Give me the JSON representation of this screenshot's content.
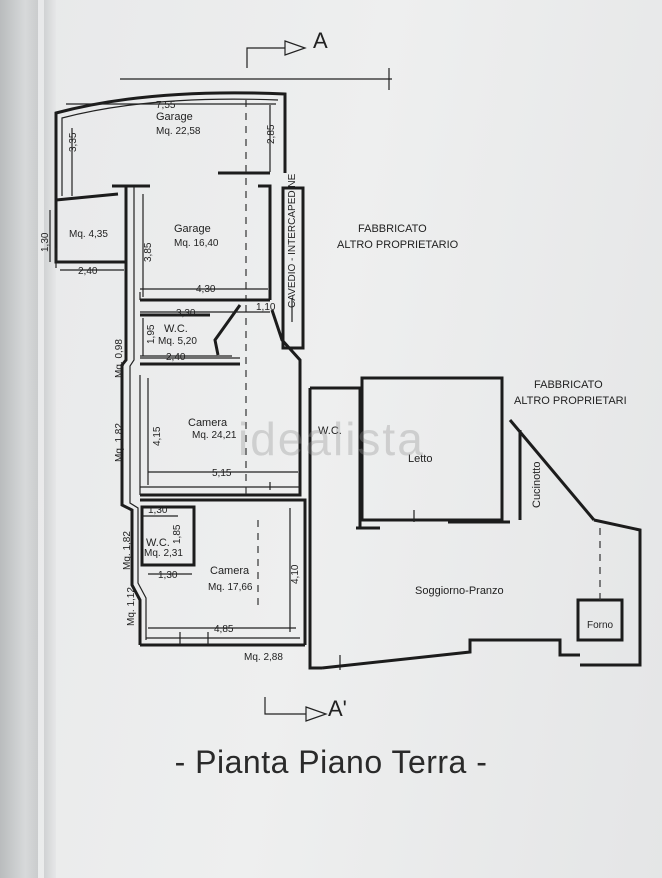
{
  "title": "- Pianta Piano Terra -",
  "watermark": "idealista",
  "section_marks": {
    "top": "A",
    "bottom": "A'"
  },
  "neighbours": {
    "first": {
      "line1": "FABBRICATO",
      "line2": "ALTRO PROPRIETARIO"
    },
    "second": {
      "line1": "FABBRICATO",
      "line2": "ALTRO PROPRIETARI"
    }
  },
  "cavity_label": "CAVEDIO - INTERCAPEDINE",
  "rooms": {
    "garage_upper": {
      "name": "Garage",
      "area": "Mq. 22,58"
    },
    "storage": {
      "area": "Mq. 4,35"
    },
    "garage_lower": {
      "name": "Garage",
      "area": "Mq. 16,40"
    },
    "wc1": {
      "name": "W.C.",
      "area": "Mq. 5,20"
    },
    "camera1": {
      "name": "Camera",
      "area": "Mq. 24,21"
    },
    "wc2": {
      "name": "W.C.",
      "area": "Mq. 2,31"
    },
    "camera2": {
      "name": "Camera",
      "area": "Mq. 17,66"
    },
    "corridor": {
      "area": "Mq. 2,88"
    },
    "wc3": {
      "name": "W.C."
    },
    "letto": {
      "name": "Letto"
    },
    "cucinotto": {
      "name": "Cucinotto"
    },
    "soggiorno": {
      "name": "Soggiorno-Pranzo"
    },
    "forno": {
      "name": "Forno"
    }
  },
  "dimensions": {
    "d755": "7,55",
    "d335": "3,35",
    "d285": "2,85",
    "d130v": "1,30",
    "d240a": "2,40",
    "d385": "3,85",
    "d430": "4,30",
    "d330": "3,30",
    "d110": "1,10",
    "d195": "1,95",
    "d240b": "2,40",
    "d098": "Mq. 0,98",
    "d182a": "Mq. 1,82",
    "d415": "4,15",
    "d515": "5,15",
    "d130a": "1,30",
    "d185": "1,85",
    "d182b": "Mq. 1,82",
    "d130b": "1,30",
    "d112": "Mq. 1,12",
    "d410": "4,10",
    "d485": "4,85"
  }
}
